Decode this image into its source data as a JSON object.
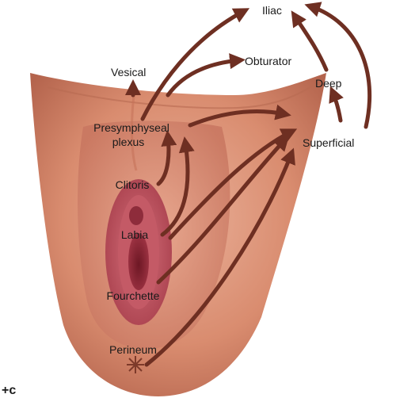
{
  "labels": {
    "iliac": "Iliac",
    "vesical": "Vesical",
    "obturator": "Obturator",
    "deep": "Deep",
    "presymphyseal_line1": "Presymphyseal",
    "presymphyseal_line2": "plexus",
    "superficial": "Superficial",
    "clitoris": "Clitoris",
    "labia": "Labia",
    "fourchette": "Fourchette",
    "perineum": "Perineum",
    "corner_mark": "+c"
  },
  "colors": {
    "skin_light": "#e7a58a",
    "skin_mid": "#cf7f64",
    "skin_dark": "#a95a45",
    "labia_outer": "#c2545f",
    "labia_inner": "#8f2a3a",
    "arrow": "#6e2f22"
  }
}
